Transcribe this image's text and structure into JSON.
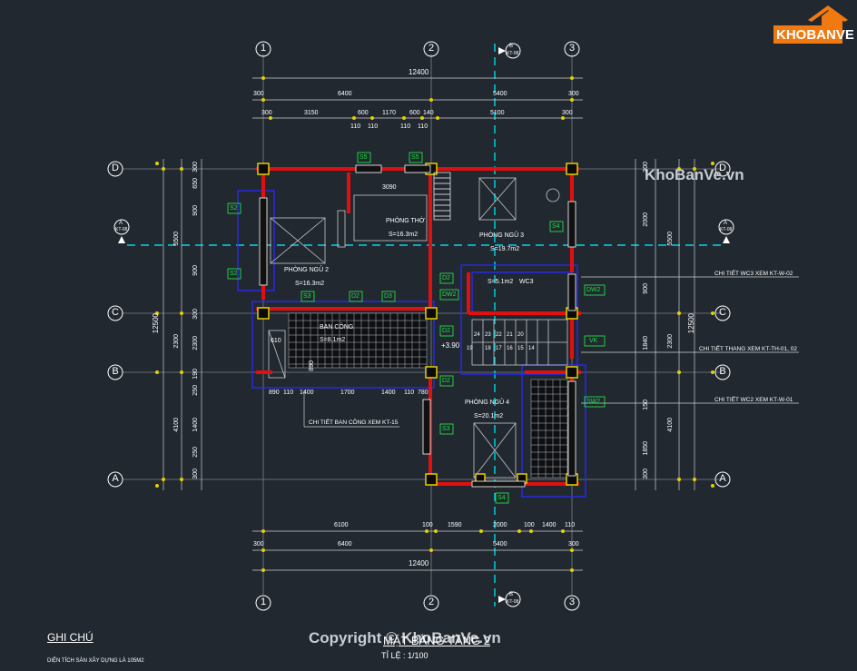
{
  "logo": {
    "brand": "KHOBANVE"
  },
  "watermark_top": "KhoBanVe.vn",
  "watermark_bottom": "Copyright © KhoBanVe.vn",
  "grid_axes": {
    "vertical": [
      "1",
      "2",
      "3"
    ],
    "horizontal": [
      "D",
      "C",
      "B",
      "A"
    ]
  },
  "section_marks": {
    "letter": "A",
    "letter_b": "B",
    "sheet": "KT-08"
  },
  "dims_top": {
    "total": "12400",
    "row2": [
      "300",
      "6400",
      "5400",
      "300"
    ],
    "row3": [
      "300",
      "3150",
      "600",
      "1170",
      "600",
      "140",
      "5100",
      "300"
    ],
    "row4": [
      "110",
      "110",
      "110",
      "110"
    ]
  },
  "dims_bottom": {
    "row1": [
      "6100",
      "100",
      "1590",
      "2000",
      "100",
      "1400",
      "110"
    ],
    "row2": [
      "300",
      "6400",
      "5400",
      "300"
    ],
    "total": "12400"
  },
  "dims_left": {
    "total": "12500",
    "seg": [
      "5500",
      "2300",
      "4100"
    ],
    "small": [
      "300",
      "650",
      "900",
      "900",
      "300",
      "2300",
      "190",
      "250",
      "1400",
      "250",
      "300"
    ]
  },
  "dims_right": {
    "total": "12500",
    "seg": [
      "5500",
      "2300",
      "4100"
    ],
    "small": [
      "300",
      "2000",
      "900",
      "1840",
      "150",
      "1850",
      "300"
    ]
  },
  "rooms": [
    {
      "name": "PHÒNG THỜ",
      "area": "S=16.3m2"
    },
    {
      "name": "PHÒNG NGỦ 2",
      "area": "S=16.3m2"
    },
    {
      "name": "PHÒNG NGỦ 3",
      "area": "S=19.7m2"
    },
    {
      "name": "PHÒNG NGỦ 4",
      "area": "S=20.1m2"
    },
    {
      "name": "WC3",
      "area": "S=5.1m2"
    },
    {
      "name": "BAN CÔNG",
      "area": "S=8.1m2"
    }
  ],
  "level": "+3.90",
  "inner_dims": {
    "d1": "3090",
    "d2": "610",
    "d3": "890",
    "bal": [
      "890",
      "110",
      "1400",
      "1700",
      "1400",
      "110",
      "780"
    ]
  },
  "stair_numbers": [
    "24",
    "23",
    "22",
    "21",
    "20",
    "19",
    "18",
    "17",
    "16",
    "15",
    "14"
  ],
  "tags": [
    "S5",
    "S5",
    "S2",
    "S2",
    "S3",
    "D2",
    "D3",
    "D2",
    "DW2",
    "D2",
    "D2",
    "S4",
    "S3",
    "S4",
    "DW2",
    "VK",
    "SW2"
  ],
  "notes": {
    "wc3": "CHI TIẾT WC3 XEM KT-W-02",
    "stair": "CHI TIẾT THANG XEM KT-TH-01, 02",
    "wc2": "CHI TIẾT WC2 XEM KT-W-01",
    "balcony": "CHI TIẾT BAN CÔNG XEM KT-15"
  },
  "title": {
    "name": "MẶT BẰNG TẦNG 2",
    "scale": "TỈ LỆ : 1/100"
  },
  "legend": {
    "heading": "GHI CHÚ",
    "text": "DIỆN TÍCH SÀN XÂY DỰNG LÀ 105M2"
  },
  "colors": {
    "bg": "#212830",
    "wall": "#e01010",
    "grid": "#00d8e8",
    "dim": "#e0e0e0",
    "tag": "#22dd44",
    "blue": "#2020ff",
    "yellow": "#e6d000"
  }
}
